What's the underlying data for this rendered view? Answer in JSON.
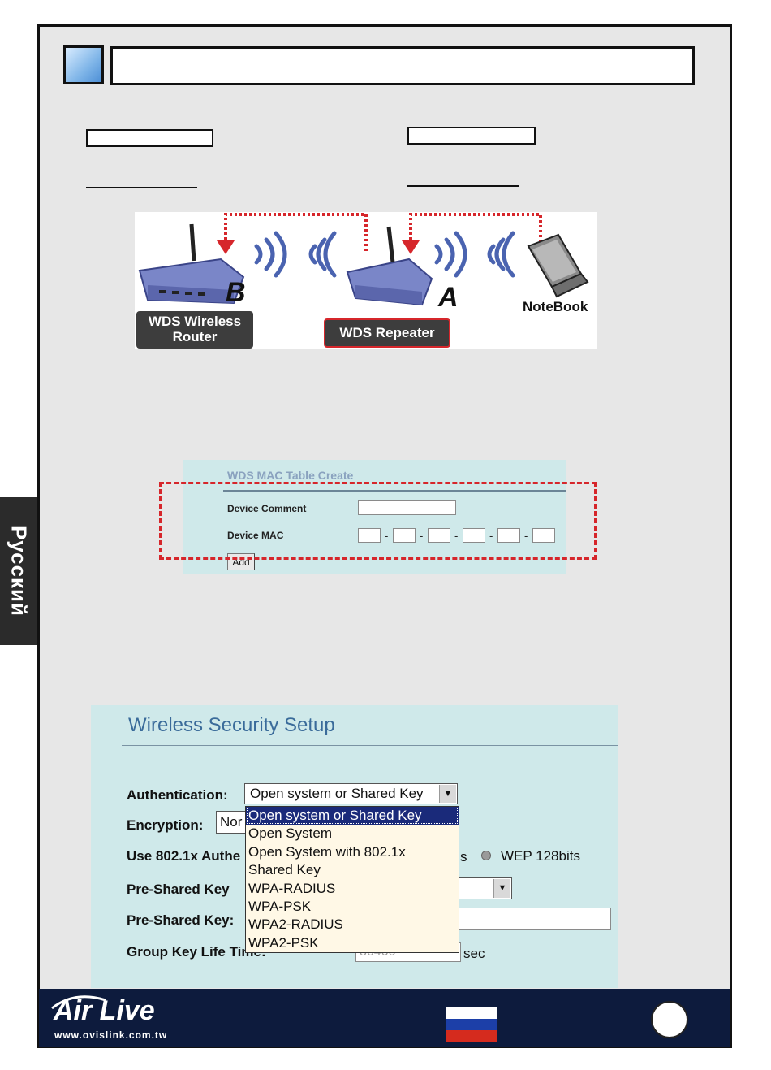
{
  "diagram": {
    "router_label_line1": "WDS Wireless",
    "router_label_line2": "Router",
    "repeater_label": "WDS Repeater",
    "notebook_label": "NoteBook",
    "letter_b": "B",
    "letter_a": "A"
  },
  "side_tab": {
    "language": "Русский"
  },
  "wds_mac": {
    "title": "WDS MAC Table Create",
    "device_comment_label": "Device Comment",
    "device_mac_label": "Device MAC",
    "add_button": "Add",
    "separator": "-"
  },
  "security": {
    "title": "Wireless Security Setup",
    "authentication_label": "Authentication:",
    "authentication_value": "Open system or Shared Key",
    "encryption_label": "Encryption:",
    "encryption_value": "Nor",
    "use_8021x_label": "Use 802.1x Authe",
    "partial_s": "s",
    "wep_option": "WEP 128bits",
    "psk_type_label": "Pre-Shared Key",
    "psk_label": "Pre-Shared Key:",
    "group_key_label": "Group Key Life Time:",
    "group_key_value": "86400",
    "sec_unit": "sec",
    "dropdown_options": [
      "Open system or Shared Key",
      "Open System",
      "Open System with 802.1x",
      "Shared Key",
      "WPA-RADIUS",
      "WPA-PSK",
      "WPA2-RADIUS",
      "WPA2-PSK"
    ]
  },
  "footer": {
    "logo": "Air Live",
    "url": "www.ovislink.com.tw"
  },
  "colors": {
    "panel_bg": "#cfe9ea",
    "dashed_outline": "#d6262b",
    "dropdown_selected": "#1a2a7a",
    "footer_bg": "#0d1b3d"
  }
}
